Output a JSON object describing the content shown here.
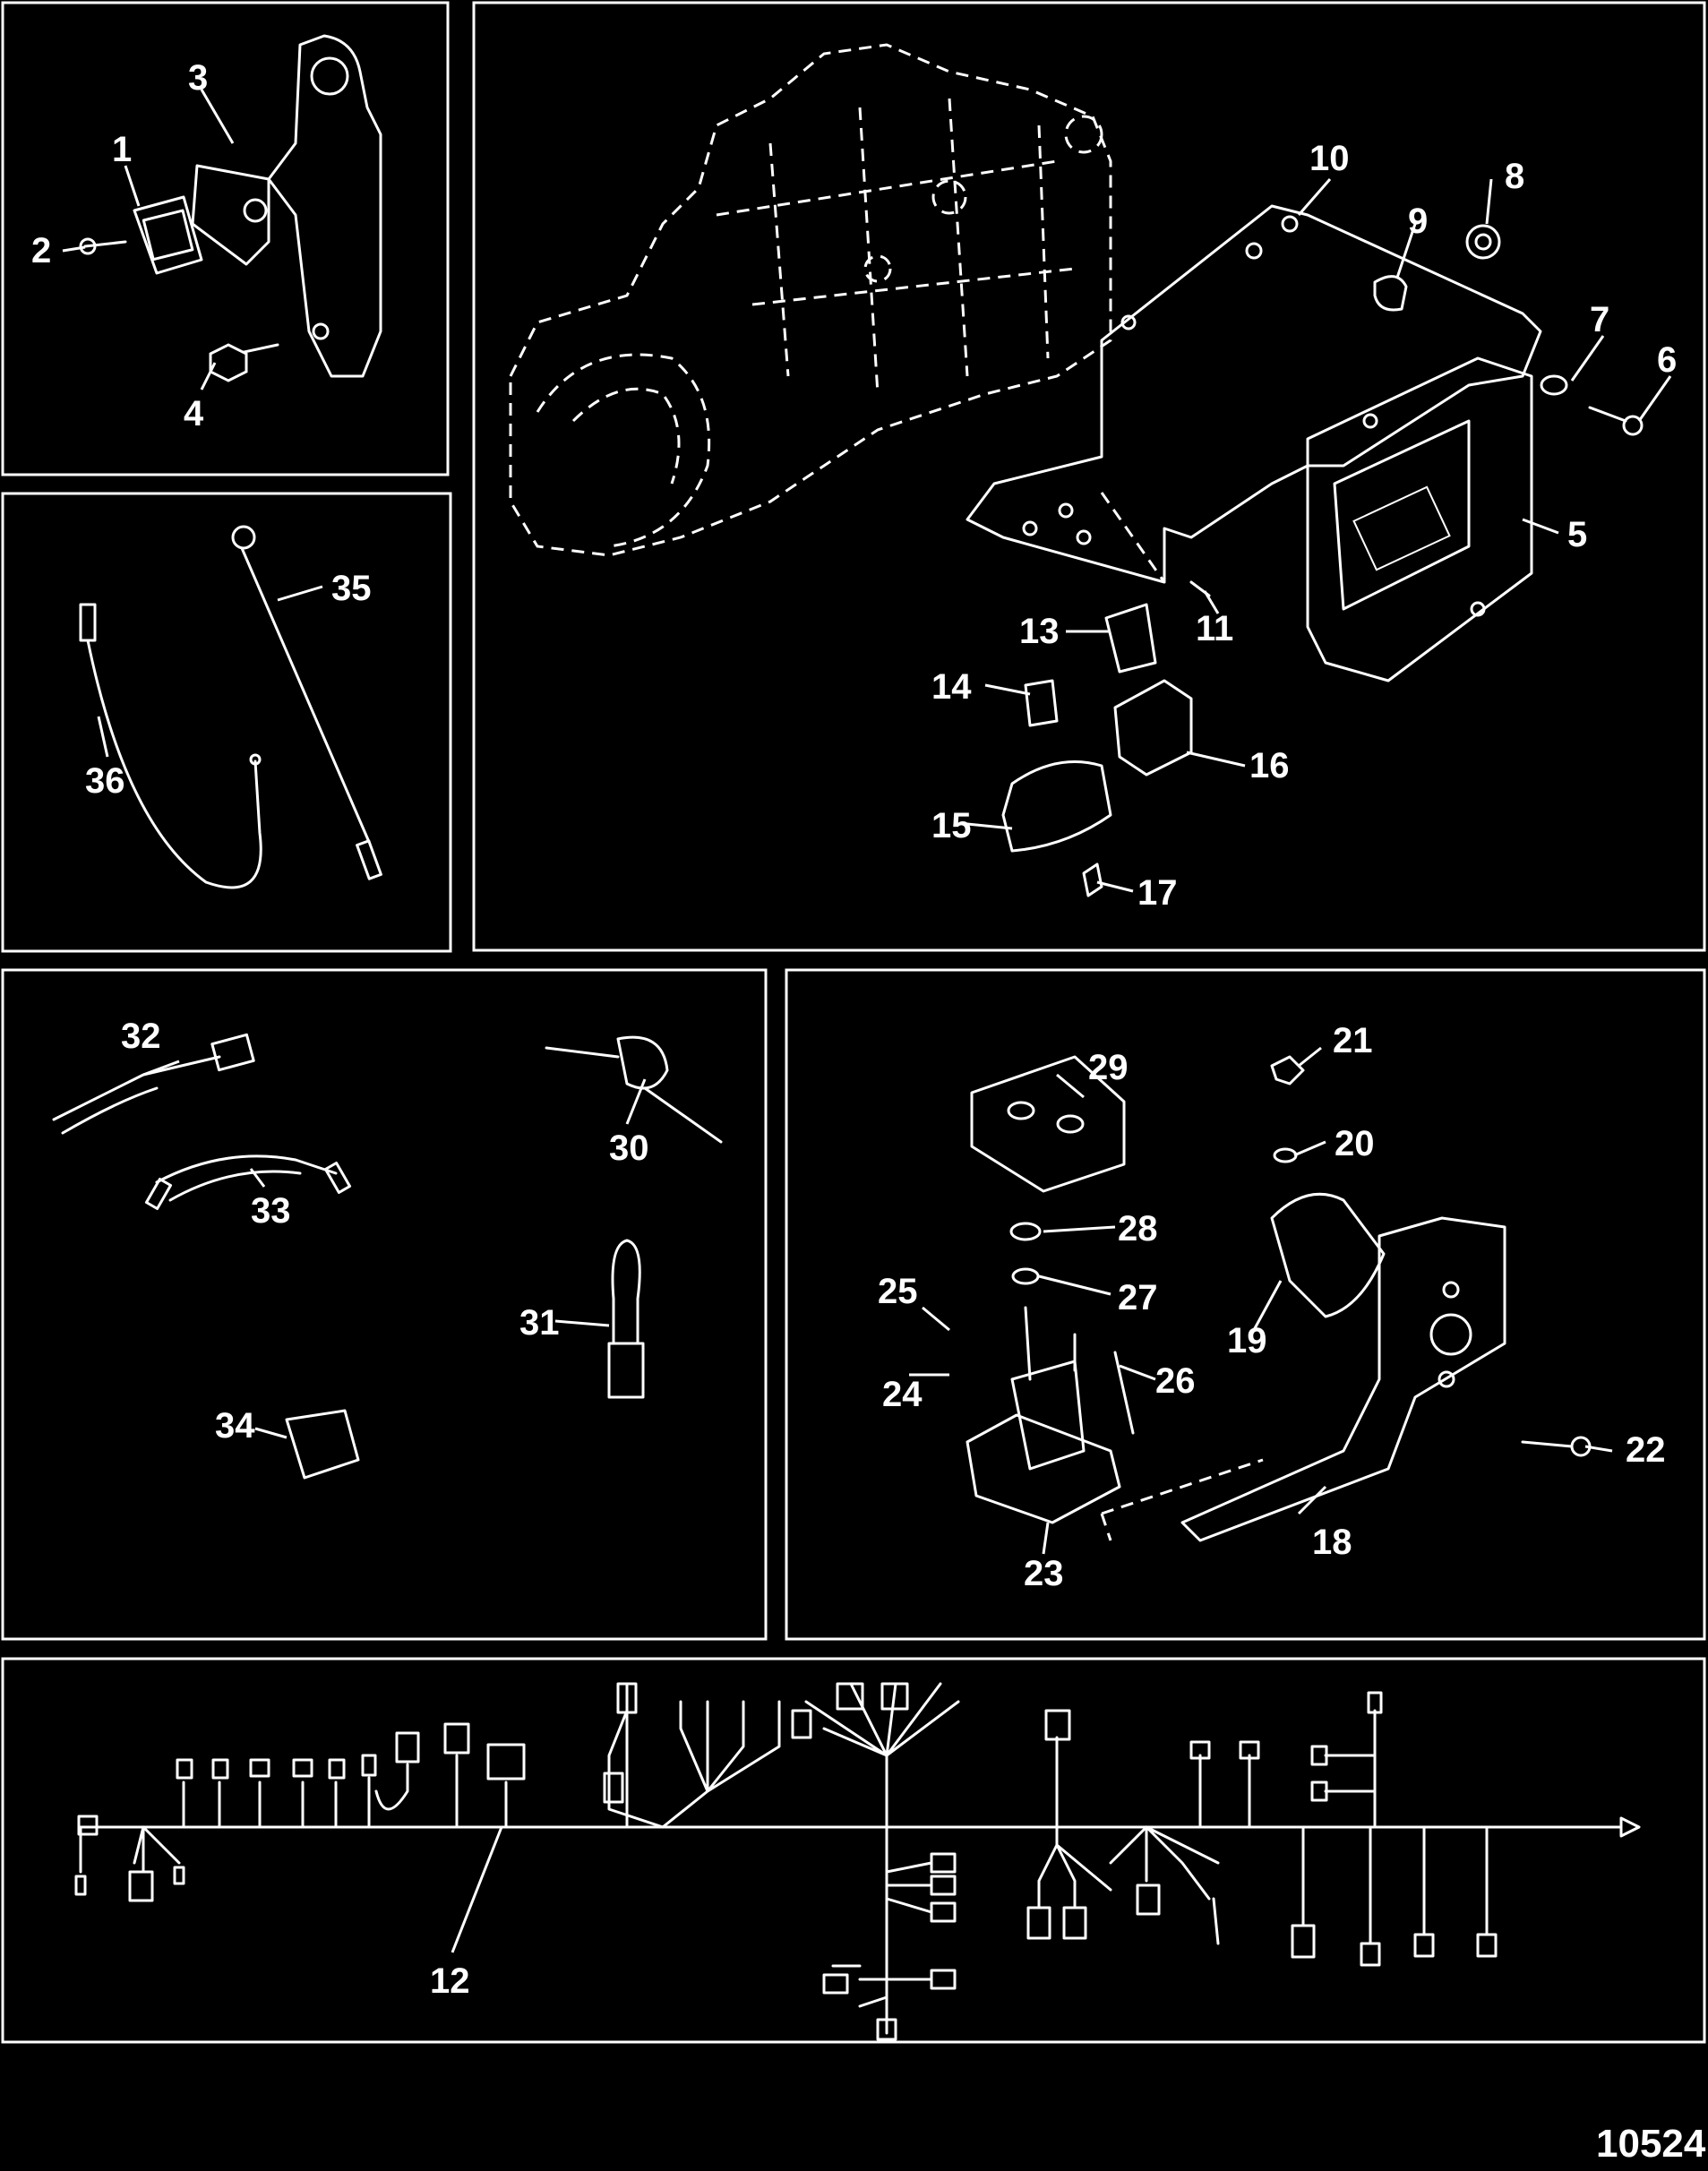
{
  "figure_number": "10524",
  "callouts": [
    "1",
    "2",
    "3",
    "4",
    "5",
    "6",
    "7",
    "8",
    "9",
    "10",
    "11",
    "12",
    "13",
    "14",
    "15",
    "16",
    "17",
    "18",
    "19",
    "20",
    "21",
    "22",
    "23",
    "24",
    "25",
    "26",
    "27",
    "28",
    "29",
    "30",
    "31",
    "32",
    "33",
    "34",
    "35",
    "36"
  ],
  "colors": {
    "background": "#000000",
    "line": "#ffffff"
  }
}
